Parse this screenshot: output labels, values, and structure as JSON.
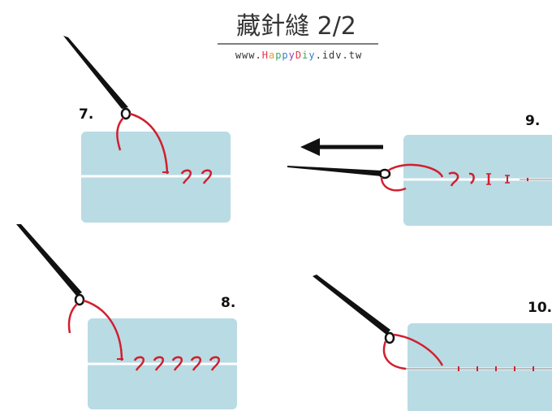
{
  "header": {
    "title": "藏針縫 2/2",
    "url_parts": [
      {
        "text": "www.",
        "color": "#333333"
      },
      {
        "text": "H",
        "color": "#e8334a"
      },
      {
        "text": "a",
        "color": "#f29b1d"
      },
      {
        "text": "p",
        "color": "#3aa757"
      },
      {
        "text": "p",
        "color": "#2f7fd1"
      },
      {
        "text": "y",
        "color": "#8e44ad"
      },
      {
        "text": "D",
        "color": "#e8334a"
      },
      {
        "text": "i",
        "color": "#3aa757"
      },
      {
        "text": "y",
        "color": "#2f7fd1"
      },
      {
        "text": ".idv.tw",
        "color": "#333333"
      }
    ]
  },
  "steps": {
    "s7": "7.",
    "s8": "8.",
    "s9": "9.",
    "s10": "10."
  },
  "colors": {
    "fabric": "#b9dbe4",
    "fabric_edge": "#a7cbd6",
    "thread": "#d11f2e",
    "needle": "#111111"
  }
}
